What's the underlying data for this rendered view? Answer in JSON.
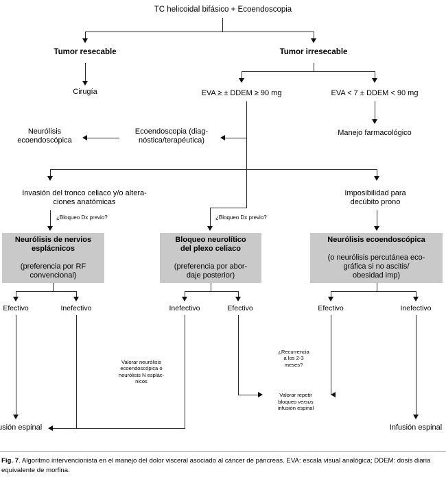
{
  "figure": {
    "id": "Fig. 7",
    "caption_text": ". Algoritmo intervencionista en el manejo del dolor visceral asociado al cáncer de páncreas. EVA: escala visual analógica; DDEM: dosis diaria equivalente de morfina.",
    "box_fill_color": "#c9c9c9",
    "line_color": "#2b2b2b"
  },
  "nodes": {
    "root": "TC helicoidal bifásico + Ecoendoscopia",
    "resectable": "Tumor resecable",
    "irresectable": "Tumor irresecable",
    "surgery": "Cirugía",
    "eva_high": "EVA ≥ ± DDEM ≥ 90 mg",
    "eva_low": "EVA < 7 ± DDEM < 90 mg",
    "eus_diag": "Ecoendoscopia (diag-\nnóstica/terapéutica)",
    "eus_neurolysis": "Neurólisis\necoendoscópica",
    "pharmacologic": "Manejo farmacológico",
    "celiac_invasion": "Invasión del tronco celiaco y/o altera-\nciones anatómicas",
    "prone_impossible": "Imposibilidad para\ndecúbito prono",
    "prior_block_q1": "¿Bloqueo Dx previo?",
    "prior_block_q2": "¿Bloqueo Dx previo?"
  },
  "gray_boxes": [
    {
      "key": "splanchnic",
      "title": "Neurólisis de nervios\nesplácnicos",
      "subtitle": "(preferencia por RF\nconvencional)"
    },
    {
      "key": "celiac_plexus",
      "title": "Bloqueo neurolítico\ndel plexo celiaco",
      "subtitle": "(preferencia por abor-\ndaje posterior)"
    },
    {
      "key": "eus_neurolysis_box",
      "title": "Neurólisis ecoendoscópica",
      "subtitle": "(o neurólisis percutánea eco-\ngráfica si no ascitis/\nobesidad imp)"
    }
  ],
  "outcomes": {
    "effective": "Efectivo",
    "ineffective": "Inefectivo",
    "col1_left": "Efectivo",
    "col1_right": "Inefectivo",
    "col2_left": "Inefectivo",
    "col2_right": "Efectivo",
    "col3_left": "Efectivo",
    "col3_right": "Inefectivo"
  },
  "terminals": {
    "assess_eus_or_splanchnic": "Valorar neurólisis\necoendoscópica o\nneurólisis N esplác-\nnicos",
    "recurrence_question": "¿Recurrencia\na los 2-3\nmeses?",
    "repeat_block_pre": "Valorar repetir\nbloqueo ",
    "repeat_block_em": "versus",
    "repeat_block_post": "\ninfusión espinal",
    "spinal_infusion_left": "Infusión espinal",
    "spinal_infusion_right": "Infusión espinal"
  }
}
